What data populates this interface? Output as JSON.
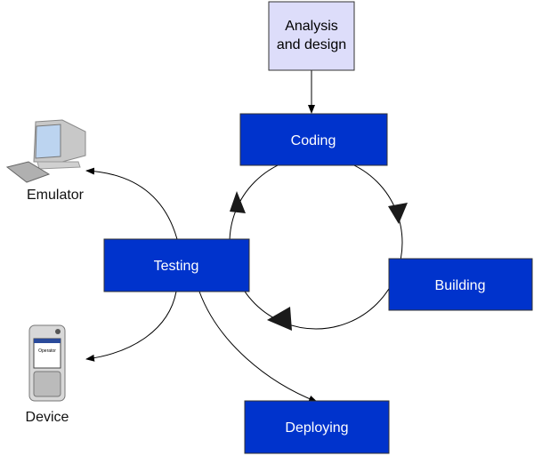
{
  "colors": {
    "stage_fill": "#0033cc",
    "stage_text": "#ffffff",
    "analysis_fill": "#ddddfa",
    "analysis_text": "#000000"
  },
  "nodes": {
    "analysis": {
      "line1": "Analysis",
      "line2": "and design"
    },
    "coding": "Coding",
    "building": "Building",
    "testing": "Testing",
    "deploying": "Deploying",
    "emulator": {
      "label": "Emulator",
      "icon": "desktop-computer-icon"
    },
    "device": {
      "label": "Device",
      "icon": "mobile-phone-icon",
      "screen_text": "Operator"
    }
  }
}
